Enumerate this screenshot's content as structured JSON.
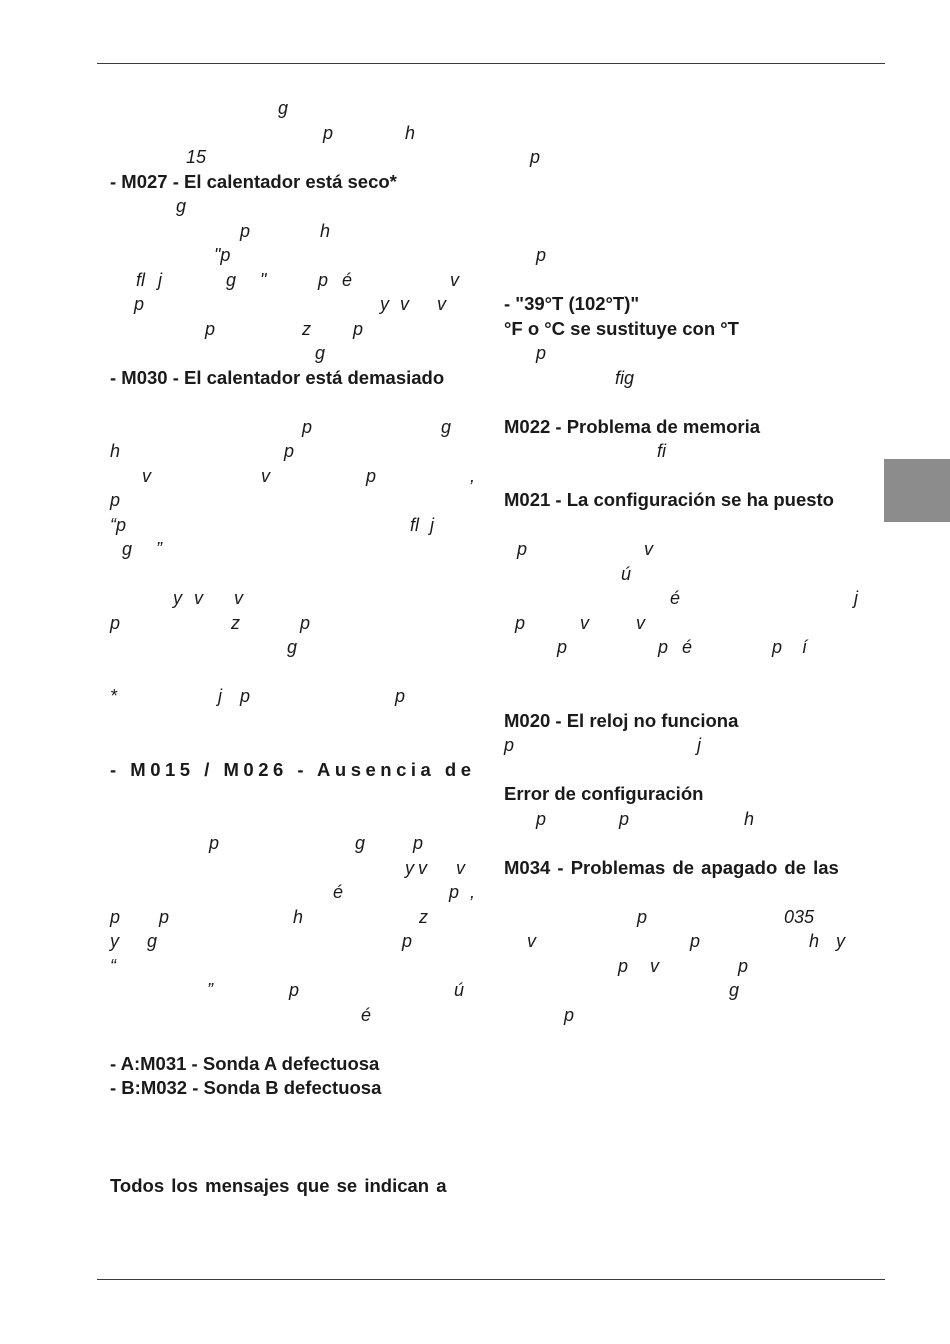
{
  "left_column": [
    {
      "frags": [
        [
          "g",
          168
        ]
      ]
    },
    {
      "frags": [
        [
          "p",
          213
        ],
        [
          "h",
          295
        ]
      ]
    },
    {
      "frags": [
        [
          "15",
          76
        ]
      ]
    },
    {
      "heading": "- M027 - El calentador está seco*"
    },
    {
      "frags": [
        [
          "g",
          66
        ]
      ]
    },
    {
      "frags": [
        [
          "p",
          130
        ],
        [
          "h",
          210
        ]
      ]
    },
    {
      "frags": [
        [
          "\"p",
          104
        ]
      ]
    },
    {
      "frags": [
        [
          "fl",
          26
        ],
        [
          "j",
          48
        ],
        [
          "g",
          116
        ],
        [
          "\"",
          150
        ],
        [
          "p",
          208
        ],
        [
          "é",
          232
        ],
        [
          "v",
          340
        ]
      ]
    },
    {
      "frags": [
        [
          "p",
          24
        ],
        [
          "y",
          270
        ],
        [
          "v",
          290
        ],
        [
          "v",
          327
        ]
      ]
    },
    {
      "frags": [
        [
          "p",
          95
        ],
        [
          "z",
          192
        ],
        [
          "p",
          243
        ]
      ]
    },
    {
      "frags": [
        [
          "g",
          205
        ]
      ]
    },
    {
      "heading": "- M030 - El calentador está demasiado"
    },
    {
      "frags": []
    },
    {
      "frags": [
        [
          "p",
          192
        ],
        [
          "g",
          331
        ]
      ]
    },
    {
      "frags": [
        [
          "h",
          0
        ],
        [
          "p",
          174
        ]
      ]
    },
    {
      "frags": [
        [
          "v",
          32
        ],
        [
          "v",
          151
        ],
        [
          "p",
          256
        ],
        [
          ",",
          360
        ]
      ]
    },
    {
      "frags": [
        [
          "p",
          0
        ]
      ]
    },
    {
      "frags": [
        [
          "“p",
          0
        ],
        [
          "fl",
          300
        ],
        [
          "j",
          320
        ]
      ]
    },
    {
      "frags": [
        [
          "g",
          12
        ],
        [
          "”",
          46
        ]
      ]
    },
    {
      "frags": []
    },
    {
      "frags": [
        [
          "y",
          63
        ],
        [
          "v",
          84
        ],
        [
          "v",
          124
        ]
      ]
    },
    {
      "frags": [
        [
          "p",
          0
        ],
        [
          "z",
          121
        ],
        [
          "p",
          190
        ]
      ]
    },
    {
      "frags": [
        [
          "g",
          177
        ]
      ]
    },
    {
      "frags": []
    },
    {
      "frags": [
        [
          "*",
          0
        ],
        [
          "j",
          108
        ],
        [
          "p",
          130
        ],
        [
          "p",
          285
        ]
      ]
    },
    {
      "frags": []
    },
    {
      "frags": []
    },
    {
      "heading": "- M015 / M026 - Ausencia de",
      "spaced": true
    },
    {
      "frags": []
    },
    {
      "frags": []
    },
    {
      "frags": [
        [
          "p",
          99
        ],
        [
          "g",
          245
        ],
        [
          "p",
          303
        ]
      ]
    },
    {
      "frags": [
        [
          "y",
          295
        ],
        [
          "v",
          308
        ],
        [
          "v",
          346
        ]
      ]
    },
    {
      "frags": [
        [
          "é",
          223
        ],
        [
          "p",
          339
        ],
        [
          ",",
          360
        ]
      ]
    },
    {
      "frags": [
        [
          "p",
          0
        ],
        [
          "p",
          49
        ],
        [
          "h",
          183
        ],
        [
          "z",
          309
        ]
      ]
    },
    {
      "frags": [
        [
          "y",
          0
        ],
        [
          "g",
          37
        ],
        [
          "p",
          292
        ]
      ]
    },
    {
      "frags": [
        [
          "“",
          0
        ]
      ]
    },
    {
      "frags": [
        [
          "”",
          97
        ],
        [
          "p",
          179
        ],
        [
          "ú",
          344
        ]
      ]
    },
    {
      "frags": [
        [
          "é",
          251
        ]
      ]
    },
    {
      "frags": []
    },
    {
      "heading": "- A:M031 - Sonda A defectuosa"
    },
    {
      "heading": "- B:M032 - Sonda B defectuosa"
    },
    {
      "frags": []
    },
    {
      "frags": []
    },
    {
      "frags": []
    },
    {
      "heading": "Todos los mensajes que se indican a",
      "justify": true
    }
  ],
  "right_column": [
    {
      "frags": []
    },
    {
      "frags": []
    },
    {
      "frags": [
        [
          "p",
          26
        ]
      ]
    },
    {
      "frags": []
    },
    {
      "frags": []
    },
    {
      "frags": []
    },
    {
      "frags": [
        [
          "p",
          32
        ]
      ]
    },
    {
      "frags": []
    },
    {
      "heading": "- \"39°T (102°T)\""
    },
    {
      "heading": "°F o °C se sustituye con °T"
    },
    {
      "frags": [
        [
          "p",
          32
        ]
      ]
    },
    {
      "frags": [
        [
          "fig",
          111
        ]
      ]
    },
    {
      "frags": []
    },
    {
      "heading": "M022 - Problema de memoria"
    },
    {
      "frags": [
        [
          "fi",
          153
        ]
      ]
    },
    {
      "frags": []
    },
    {
      "heading": "M021 - La configuración se ha puesto"
    },
    {
      "frags": []
    },
    {
      "frags": [
        [
          "p",
          13
        ],
        [
          "v",
          140
        ]
      ]
    },
    {
      "frags": [
        [
          "ú",
          117
        ]
      ]
    },
    {
      "frags": [
        [
          "é",
          166
        ],
        [
          "j",
          350
        ]
      ]
    },
    {
      "frags": [
        [
          "p",
          11
        ],
        [
          "v",
          76
        ],
        [
          "v",
          132
        ]
      ]
    },
    {
      "frags": [
        [
          "p",
          53
        ],
        [
          "p",
          154
        ],
        [
          "é",
          178
        ],
        [
          "p",
          268
        ],
        [
          "í",
          298
        ]
      ]
    },
    {
      "frags": []
    },
    {
      "frags": []
    },
    {
      "heading": "M020 - El reloj no funciona"
    },
    {
      "frags": [
        [
          "p",
          0
        ],
        [
          "j",
          193
        ]
      ]
    },
    {
      "frags": []
    },
    {
      "heading": "Error de configuración"
    },
    {
      "frags": [
        [
          "p",
          32
        ],
        [
          "p",
          115
        ],
        [
          "h",
          240
        ]
      ]
    },
    {
      "frags": []
    },
    {
      "heading": "M034 - Problemas de apagado de las",
      "justify": true
    },
    {
      "frags": []
    },
    {
      "frags": [
        [
          "p",
          133
        ],
        [
          "035",
          280
        ]
      ]
    },
    {
      "frags": [
        [
          "v",
          23
        ],
        [
          "p",
          186
        ],
        [
          "h",
          305
        ],
        [
          "y",
          332
        ]
      ]
    },
    {
      "frags": [
        [
          "p",
          114
        ],
        [
          "v",
          146
        ],
        [
          "p",
          234
        ]
      ]
    },
    {
      "frags": [
        [
          "g",
          225
        ]
      ]
    },
    {
      "frags": [
        [
          "p",
          60
        ]
      ]
    }
  ]
}
